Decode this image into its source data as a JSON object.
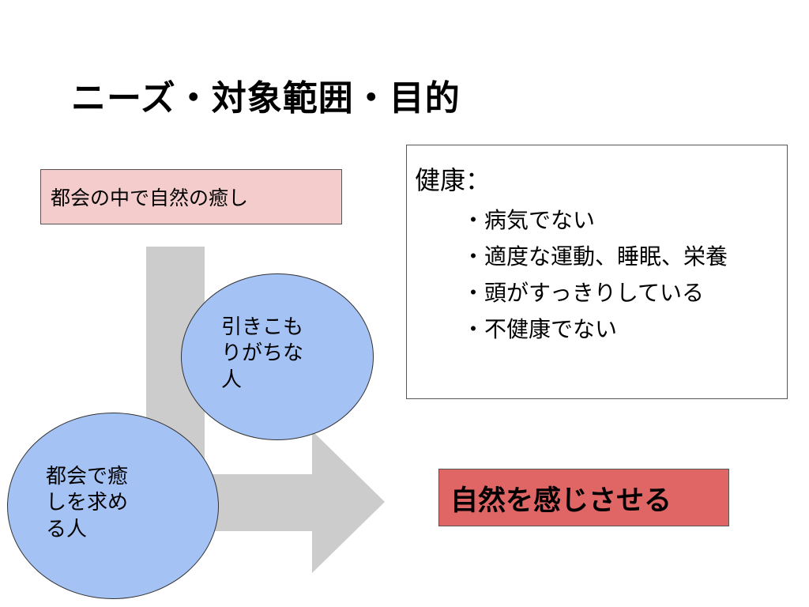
{
  "slide": {
    "title": "ニーズ・対象範囲・目的"
  },
  "need": {
    "label": "都会の中で自然の癒し"
  },
  "targets": {
    "upper_lines": [
      "引きこも",
      "りがちな",
      "人"
    ],
    "lower_lines": [
      "都会で癒",
      "しを求め",
      "る人"
    ]
  },
  "health": {
    "heading": "健康：",
    "items": [
      "・病気でない",
      "・適度な運動、睡眠、栄養",
      "・頭がすっきりしている",
      "・不健康でない"
    ]
  },
  "purpose": {
    "label": "自然を感じさせる"
  },
  "colors": {
    "need_fill": "#f4cccc",
    "bubble_fill": "#a4c2f4",
    "purpose_fill": "#e06666",
    "arrow_fill": "#cccccc"
  }
}
